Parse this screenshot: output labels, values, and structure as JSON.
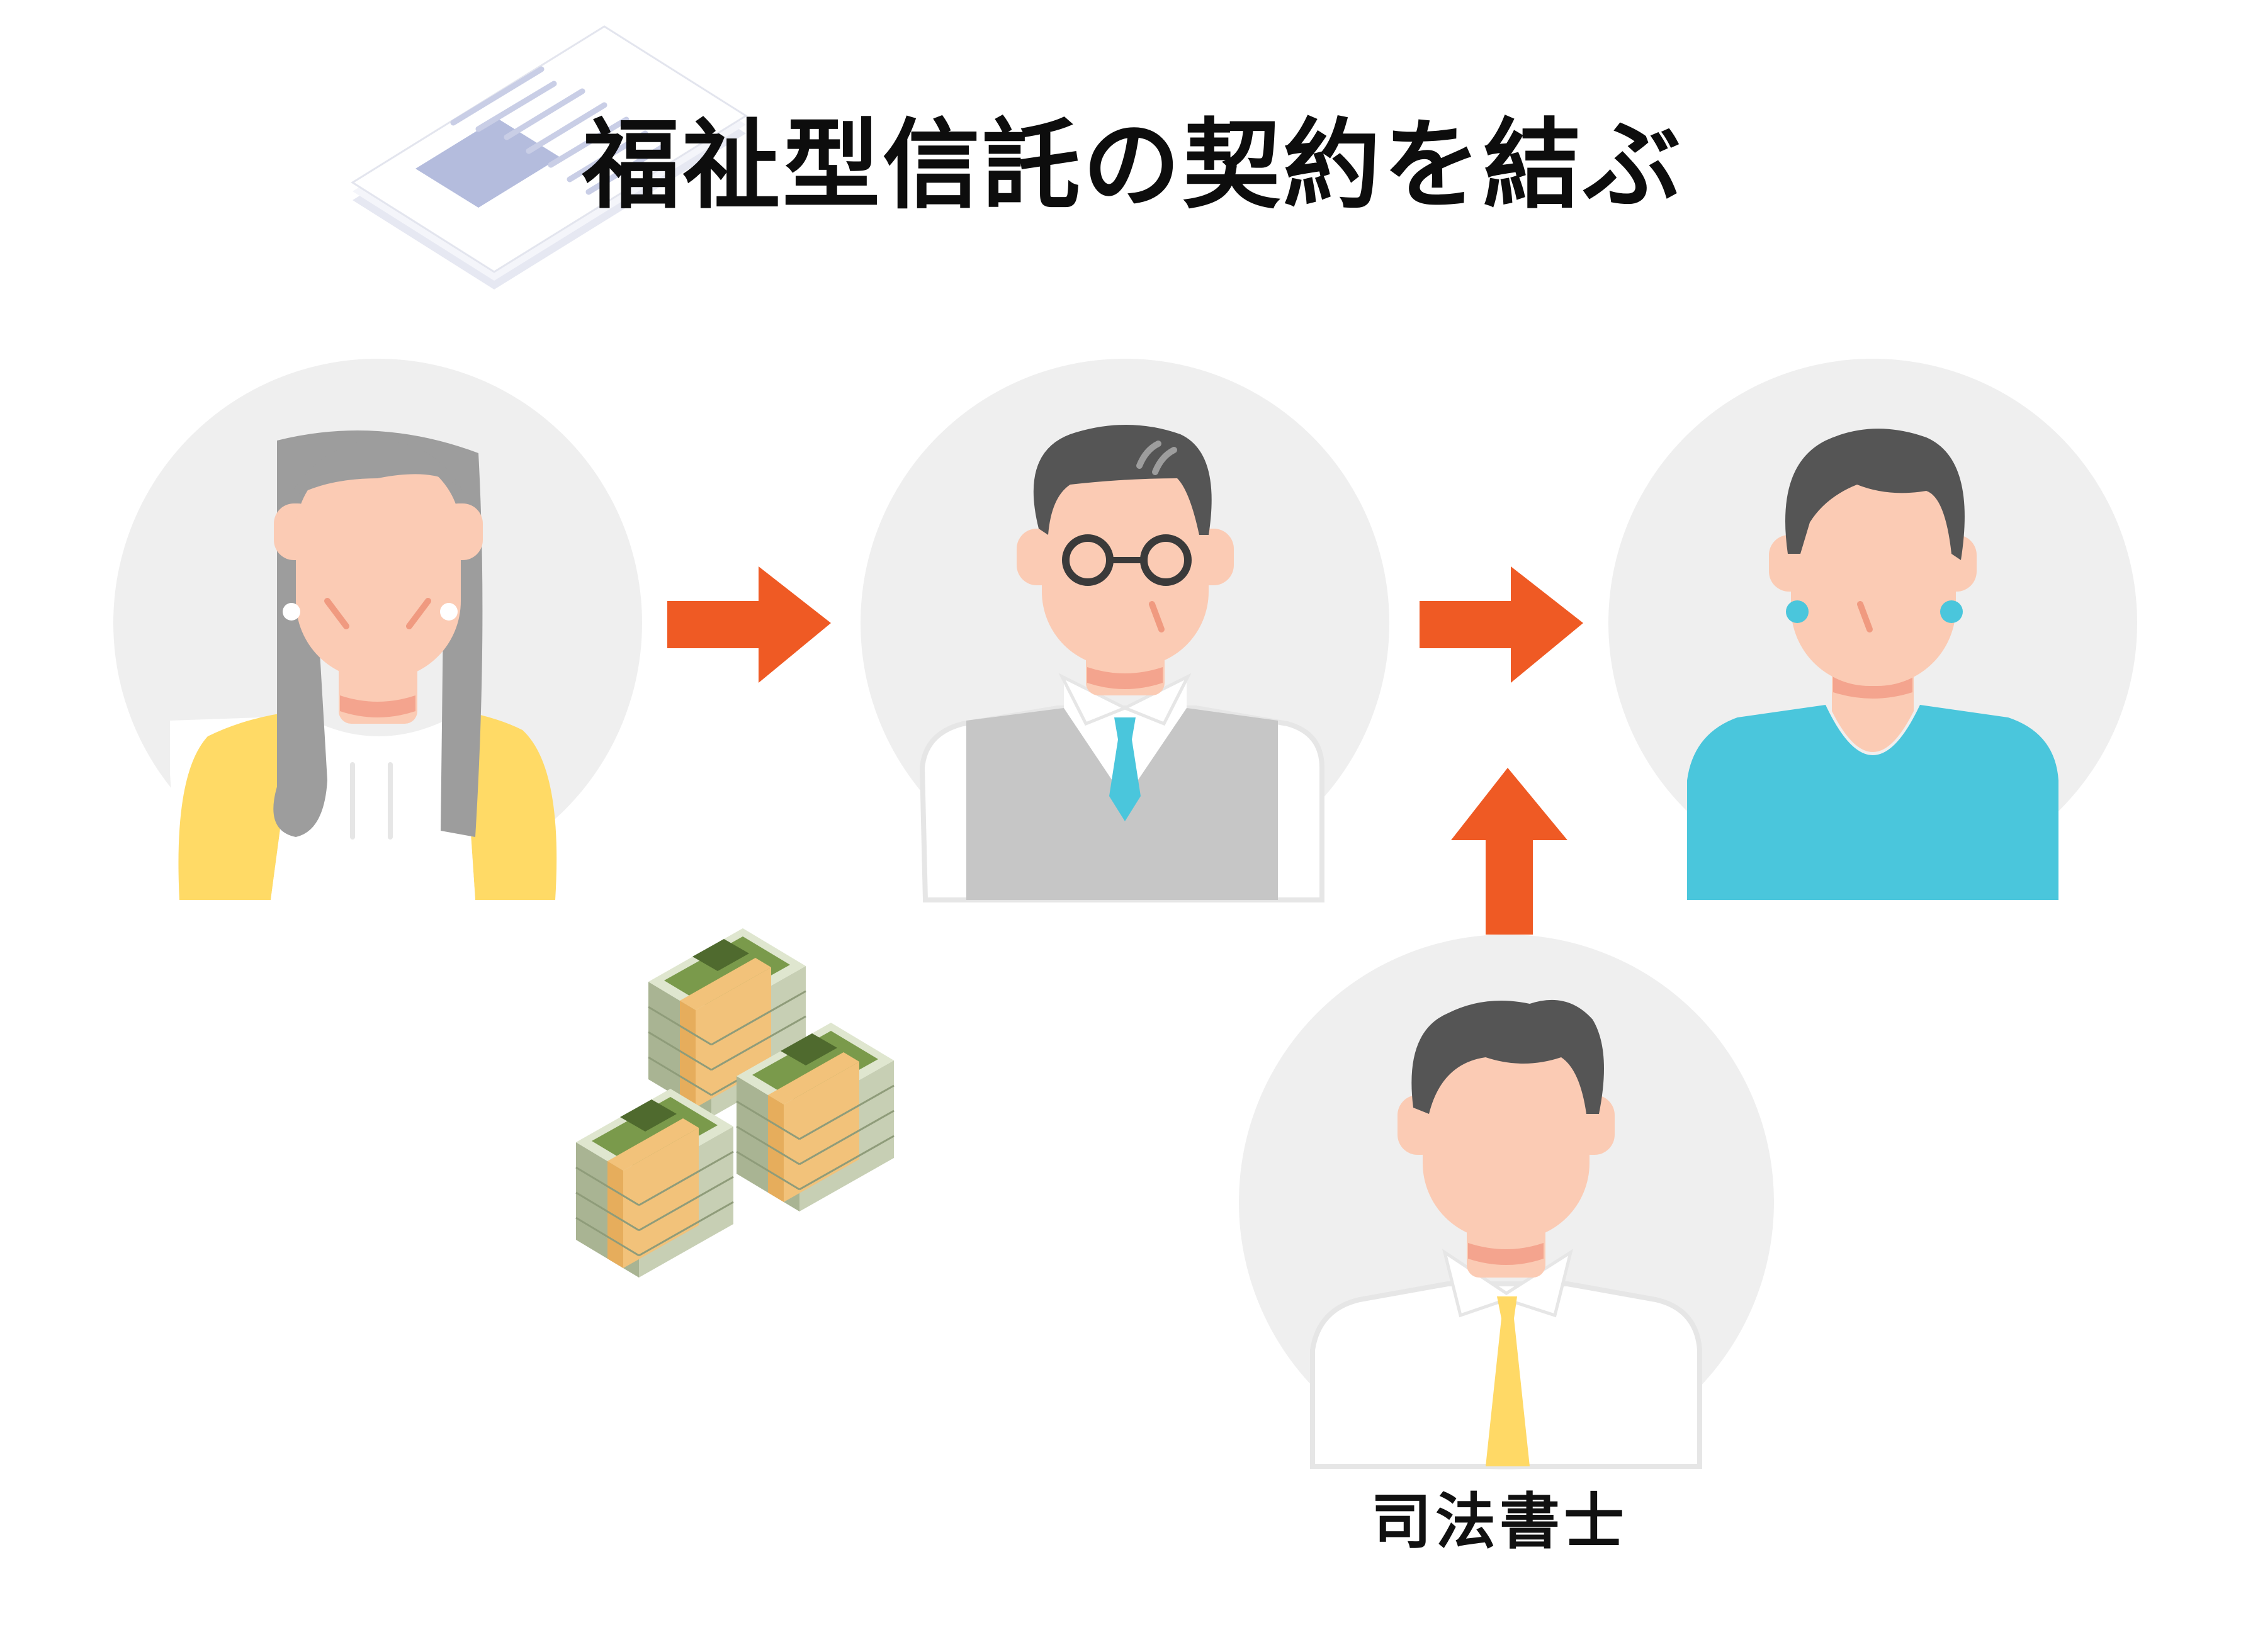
{
  "title": "福祉型信託の契約を結ぶ",
  "caption": "司法書士",
  "colors": {
    "arrow": "#ef5a24",
    "circle": "#efefef",
    "skin": "#fbcbb4",
    "cardigan": "#ffda66",
    "teal": "#4ac6dc",
    "vest": "#c6c6c6",
    "hair_dark": "#555555",
    "hair_gray": "#9d9d9d",
    "yellow_tie": "#ffd966"
  },
  "icons": [
    "document-icon",
    "elderly-woman-avatar",
    "trustee-man-avatar",
    "beneficiary-woman-avatar",
    "judicial-scrivener-avatar",
    "money-stacks-icon",
    "arrow-right-icon",
    "arrow-up-icon"
  ]
}
